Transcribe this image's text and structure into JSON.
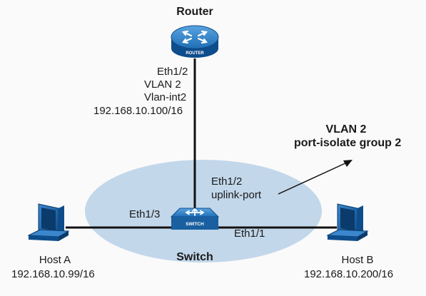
{
  "router": {
    "title": "Router",
    "badge": "ROUTER"
  },
  "router_port": {
    "interface": "Eth1/2",
    "vlan": "VLAN 2",
    "vlan_int": "Vlan-int2",
    "ip": "192.168.10.100/16"
  },
  "annotation": {
    "line1": "VLAN 2",
    "line2": "port-isolate group 2"
  },
  "switch": {
    "title": "Switch",
    "badge": "SWITCH",
    "uplink_interface": "Eth1/2",
    "uplink_role": "uplink-port",
    "port_a": "Eth1/3",
    "port_b": "Eth1/1"
  },
  "host_a": {
    "name": "Host A",
    "ip": "192.168.10.99/16"
  },
  "host_b": {
    "name": "Host B",
    "ip": "192.168.10.200/16"
  },
  "colors": {
    "device_blue": "#1f6fb6",
    "device_dark": "#0e4d8c",
    "vlan_ellipse": "#c2d7ea",
    "link": "#111111"
  }
}
